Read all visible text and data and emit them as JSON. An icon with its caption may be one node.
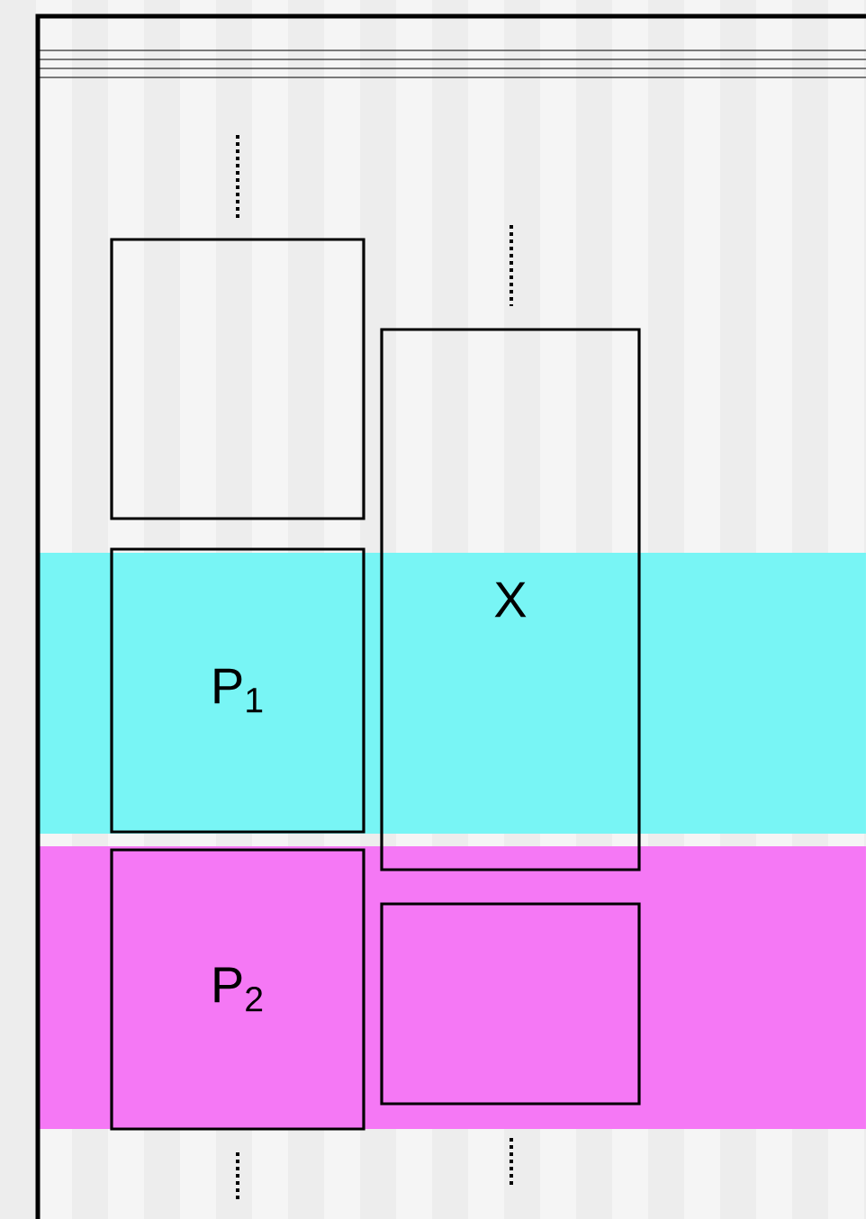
{
  "diagram": {
    "nodes": [
      {
        "text": [],
        "shape": "box"
      },
      {
        "text": [
          "P$_{1}$"
        ]
      },
      {
        "text": [
          "P$_{2}$"
        ]
      },
      {
        "text": [
          "X"
        ]
      },
      {
        "text": [],
        "shape": "box"
      }
    ]
  }
}
